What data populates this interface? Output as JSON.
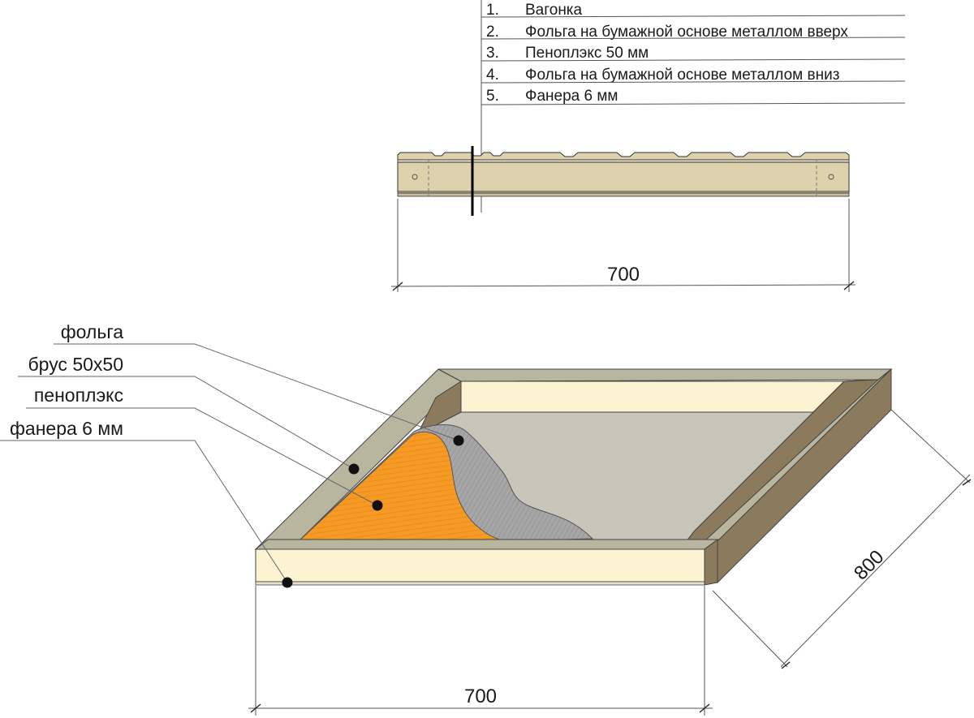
{
  "legend": {
    "items": [
      {
        "num": "1.",
        "text": "Вагонка"
      },
      {
        "num": "2.",
        "text": "Фольга на бумажной основе металлом вверх"
      },
      {
        "num": "3.",
        "text": "Пеноплэкс 50 мм"
      },
      {
        "num": "4.",
        "text": "Фольга на бумажной основе металлом вниз"
      },
      {
        "num": "5.",
        "text": "Фанера 6 мм"
      }
    ]
  },
  "dimensions": {
    "section_width": "700",
    "panel_width": "700",
    "panel_depth": "800"
  },
  "callouts": {
    "foil": "фольга",
    "beam": "брус 50х50",
    "foam": "пеноплэкс",
    "plywood": "фанера 6 мм"
  },
  "colors": {
    "wood_light": "#ddd2ad",
    "frame_top": "#b9b69f",
    "frame_side": "#8b7a5c",
    "inner_wall": "#fbf3d2",
    "floor": "#c8c6ba",
    "foil": "#a8a8a8",
    "foam": "#f59a24"
  }
}
